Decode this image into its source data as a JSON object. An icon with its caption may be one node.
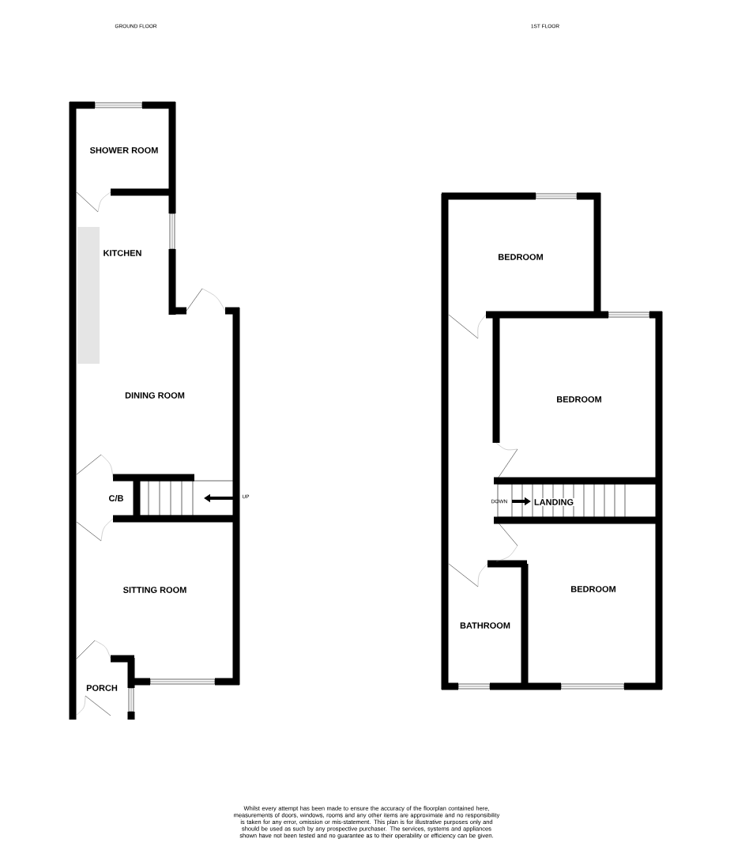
{
  "diagram": {
    "labels": [
      "GROUND FLOOR",
      "1ST FLOOR",
      "SHOWER ROOM",
      "KITCHEN",
      "DINING ROOM",
      "C/B",
      "UP",
      "SITTING ROOM",
      "PORCH",
      "BEDROOM",
      "BEDROOM",
      "DOWN",
      "LANDING",
      "BEDROOM",
      "BATHROOM",
      "Whilst every attempt has been made to ensure the accuracy of the floorplan contained here, measurements of doors, windows, rooms and any other items are approximate and no responsibility is taken for any error, omission or mis-statement. This plan is for illustrative purposes only and should be used as such by any prospective purchaser. The services, systems and appliances shown have not been tested and no guarantee as to their operability or efficiency can be given."
    ]
  }
}
